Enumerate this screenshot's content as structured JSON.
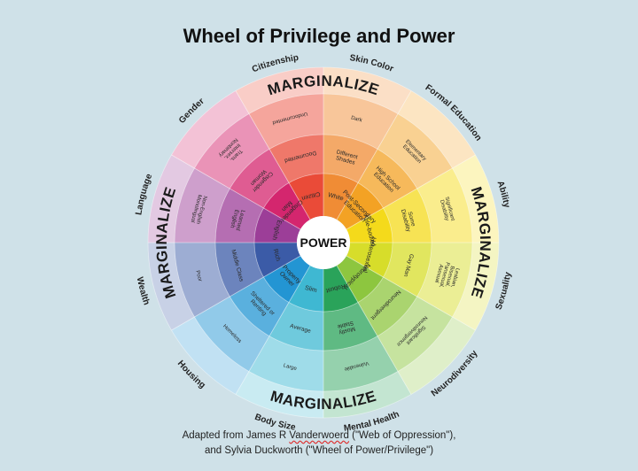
{
  "title": "Wheel of Privilege and Power",
  "center_label": "POWER",
  "marginalize_label": "MARGINALIZE",
  "credit": {
    "line1_prefix": "Adapted from James  R ",
    "line1_name": "Vanderwoerd",
    "line1_suffix": " (\"Web of Oppression\"),",
    "line2": "and Sylvia Duckworth (\"Wheel of Power/Privilege\")"
  },
  "sectors": [
    {
      "category": "Skin Color",
      "color": "#f08c35",
      "rings": [
        "White",
        "Different Shades",
        "Dark"
      ]
    },
    {
      "category": "Formal Education",
      "color": "#f3a224",
      "rings": [
        "Post-Secondary Education",
        "High School Education",
        "Elementary Education"
      ]
    },
    {
      "category": "Ability",
      "color": "#f4da1b",
      "rings": [
        "Able-bodied",
        "Some Disability",
        "Significant Disability"
      ]
    },
    {
      "category": "Sexuality",
      "color": "#d7dd2a",
      "rings": [
        "Heterosexual",
        "Gay Man",
        "Lesbian, Bisexual, Pansexual, Asexual"
      ]
    },
    {
      "category": "Neurodiversity",
      "color": "#8dc63f",
      "rings": [
        "Neurotypical",
        "Neurodivergent",
        "Significant Neurodivergence"
      ]
    },
    {
      "category": "Mental Health",
      "color": "#2aa35a",
      "rings": [
        "Robust",
        "Mostly Stable",
        "Vulnerable"
      ]
    },
    {
      "category": "Body Size",
      "color": "#3fb8d2",
      "rings": [
        "Slim",
        "Average",
        "Large"
      ]
    },
    {
      "category": "Housing",
      "color": "#2395d3",
      "rings": [
        "Property Owner",
        "Sheltered or Renting",
        "Homeless"
      ]
    },
    {
      "category": "Wealth",
      "color": "#3b5ba7",
      "rings": [
        "Rich",
        "Middle Class",
        "Poor"
      ]
    },
    {
      "category": "Language",
      "color": "#9c3e98",
      "rings": [
        "English",
        "Learned English",
        "Non-English Monolingual"
      ]
    },
    {
      "category": "Gender",
      "color": "#d4266e",
      "rings": [
        "Cisgender Man",
        "Cisgender Woman",
        "Trans, Intersex, Nonbinary"
      ]
    },
    {
      "category": "Citizenship",
      "color": "#ea4b38",
      "rings": [
        "Citizen",
        "Documented",
        "Undocumented"
      ]
    }
  ]
}
